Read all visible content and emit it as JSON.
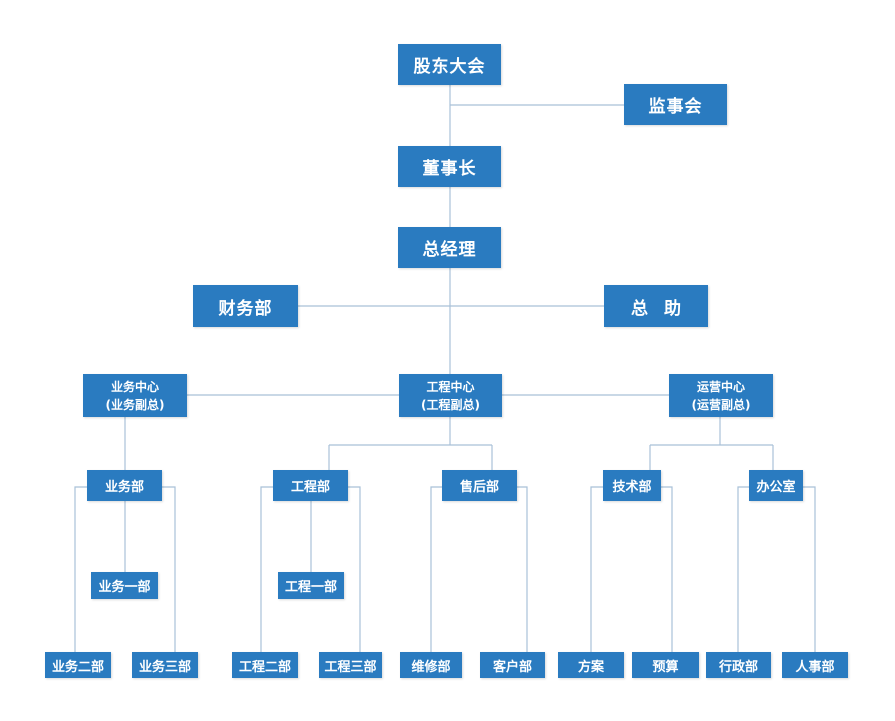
{
  "colors": {
    "box": "#2a7bc0",
    "line": "#a9c1d8",
    "text": "#ffffff"
  },
  "nodes": {
    "shareholders": "股东大会",
    "supervisors": "监事会",
    "chairman": "董事长",
    "general_manager": "总经理",
    "finance": "财务部",
    "assistant": "总助",
    "business_center": {
      "line1": "业务中心",
      "line2": "(业务副总)"
    },
    "engineering_center": {
      "line1": "工程中心",
      "line2": "(工程副总)"
    },
    "operations_center": {
      "line1": "运营中心",
      "line2": "(运营副总)"
    },
    "business_dept": "业务部",
    "engineering_dept": "工程部",
    "aftersales_dept": "售后部",
    "tech_dept": "技术部",
    "office": "办公室",
    "business_1": "业务一部",
    "engineering_1": "工程一部",
    "business_2": "业务二部",
    "business_3": "业务三部",
    "engineering_2": "工程二部",
    "engineering_3": "工程三部",
    "maintenance": "维修部",
    "customer": "客户部",
    "plan": "方案",
    "budget": "预算",
    "admin": "行政部",
    "hr": "人事部"
  }
}
